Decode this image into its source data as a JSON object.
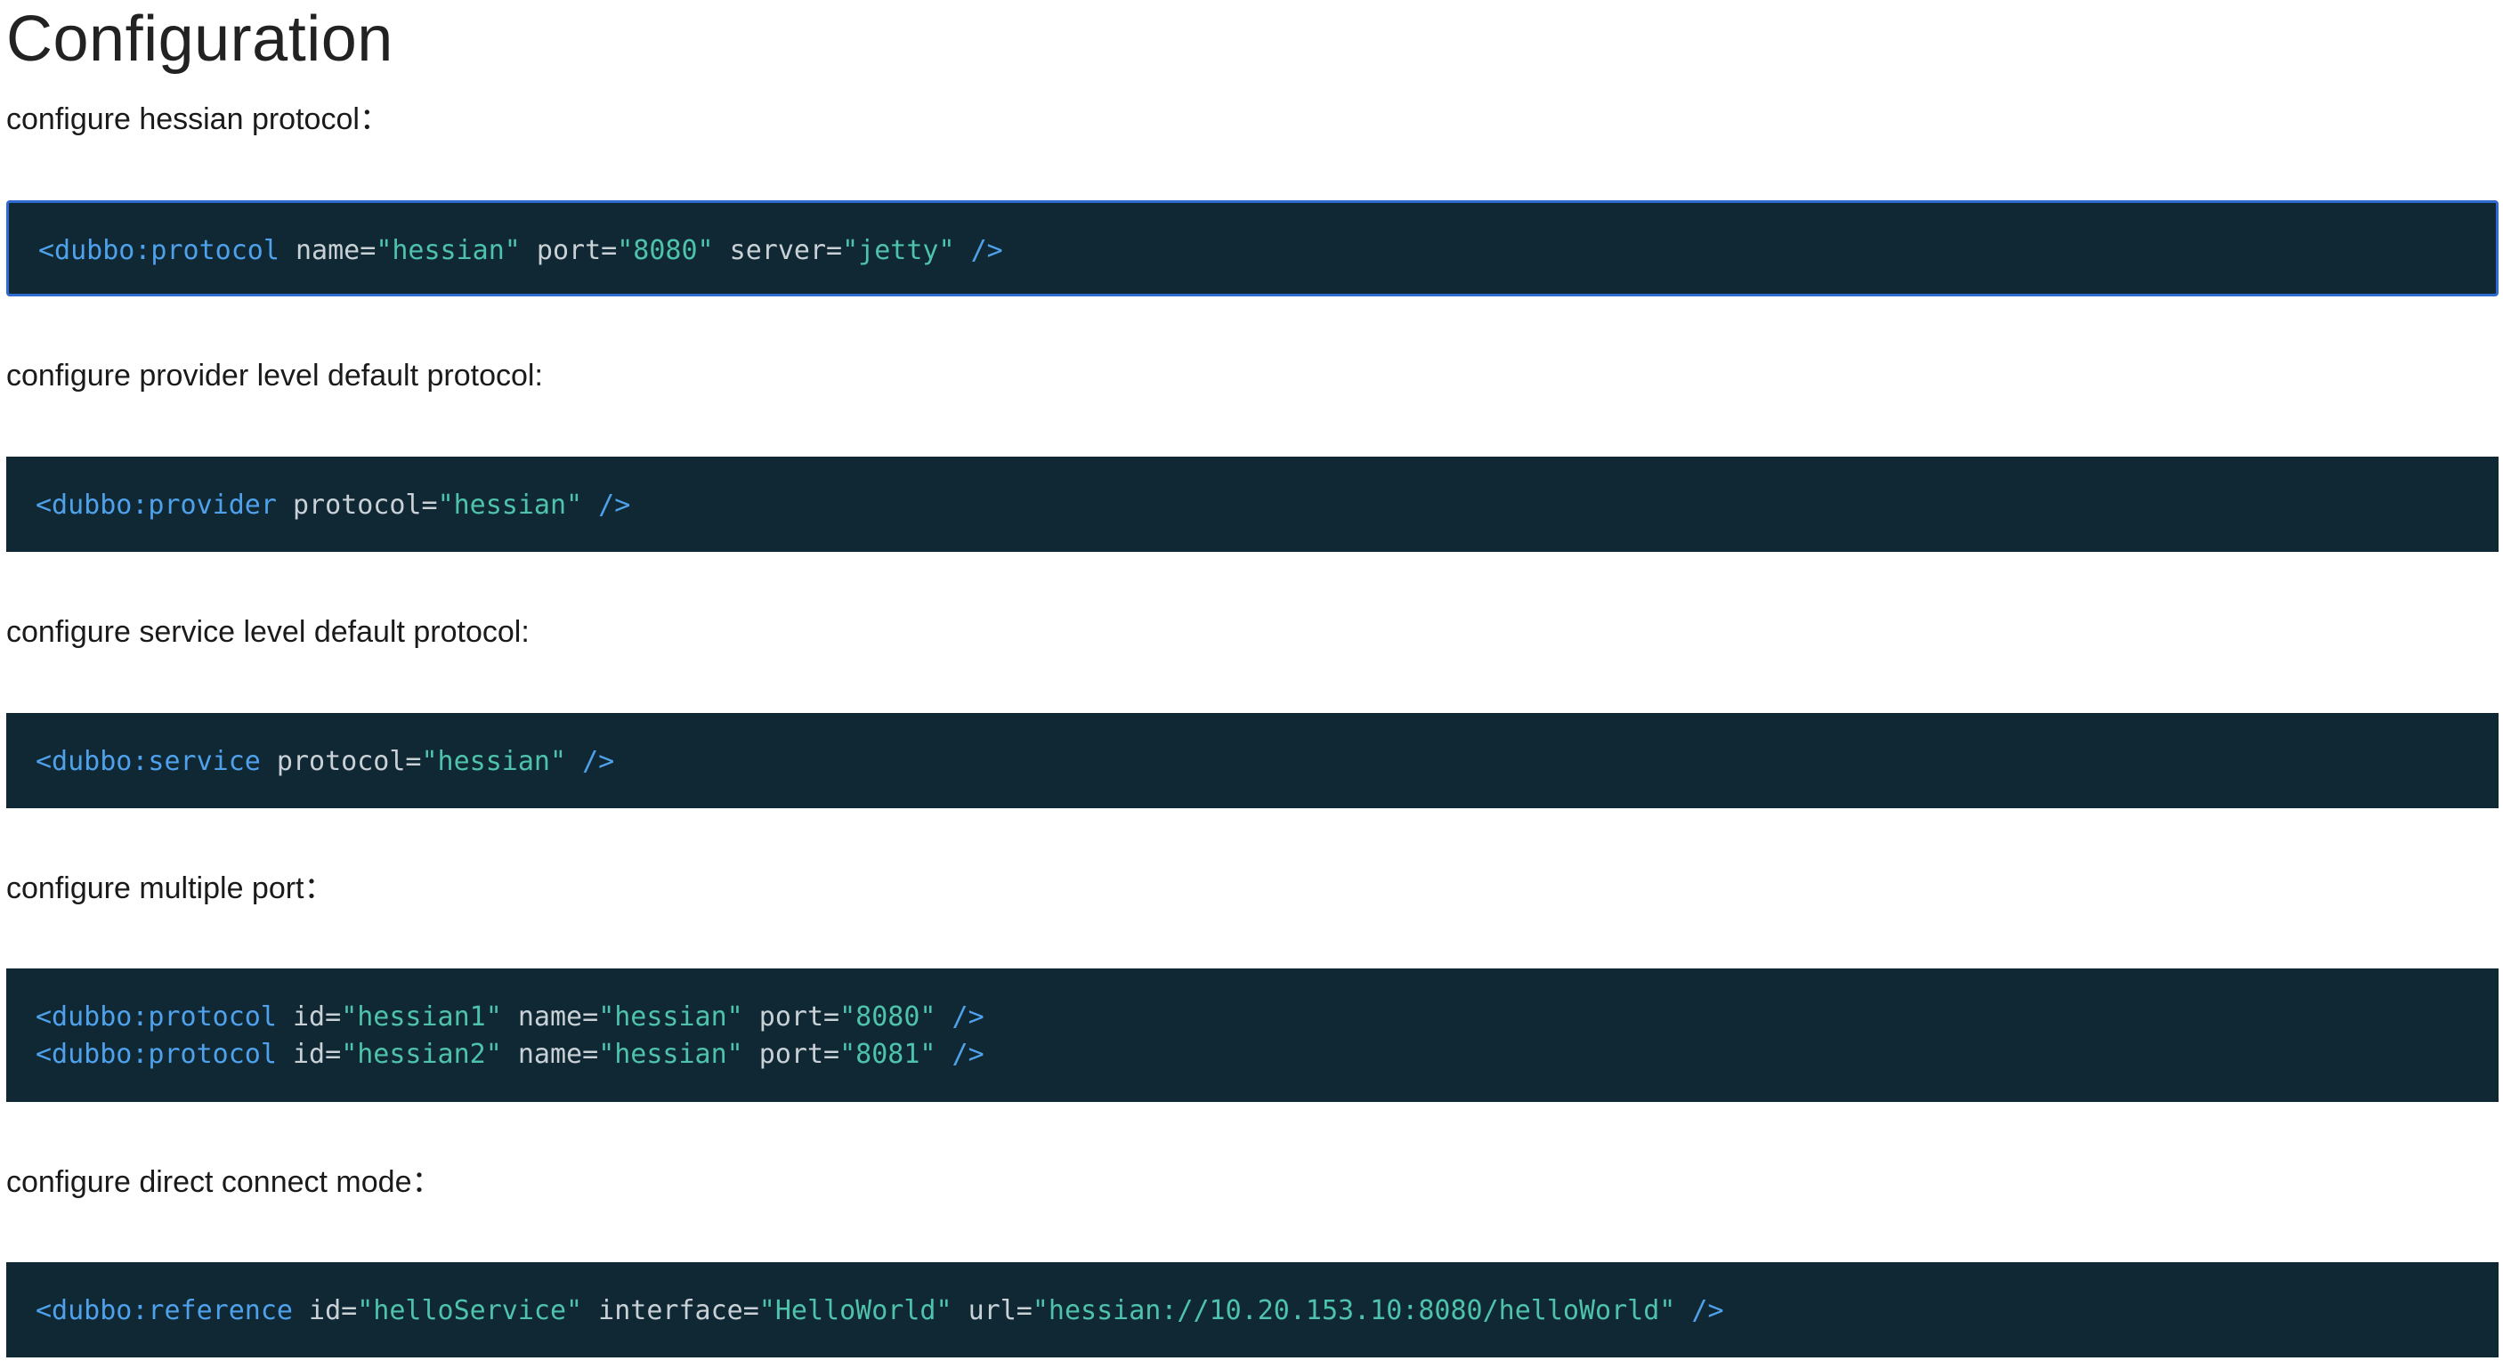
{
  "page": {
    "title": "Configuration"
  },
  "sections": [
    {
      "label": "configure hessian protocol：",
      "code_lines": [
        [
          {
            "t": "tag",
            "v": "<dubbo:protocol"
          },
          {
            "t": "attr",
            "v": " name="
          },
          {
            "t": "str",
            "v": "\"hessian\""
          },
          {
            "t": "attr",
            "v": " port="
          },
          {
            "t": "str",
            "v": "\"8080\""
          },
          {
            "t": "attr",
            "v": " server="
          },
          {
            "t": "str",
            "v": "\"jetty\""
          },
          {
            "t": "punct",
            "v": " />"
          }
        ]
      ]
    },
    {
      "label": "configure provider level default protocol:",
      "code_lines": [
        [
          {
            "t": "tag",
            "v": "<dubbo:provider"
          },
          {
            "t": "attr",
            "v": " protocol="
          },
          {
            "t": "str",
            "v": "\"hessian\""
          },
          {
            "t": "punct",
            "v": " />"
          }
        ]
      ]
    },
    {
      "label": "configure service level default protocol:",
      "code_lines": [
        [
          {
            "t": "tag",
            "v": "<dubbo:service"
          },
          {
            "t": "attr",
            "v": " protocol="
          },
          {
            "t": "str",
            "v": "\"hessian\""
          },
          {
            "t": "punct",
            "v": " />"
          }
        ]
      ]
    },
    {
      "label": "configure multiple port：",
      "code_lines": [
        [
          {
            "t": "tag",
            "v": "<dubbo:protocol"
          },
          {
            "t": "attr",
            "v": " id="
          },
          {
            "t": "str",
            "v": "\"hessian1\""
          },
          {
            "t": "attr",
            "v": " name="
          },
          {
            "t": "str",
            "v": "\"hessian\""
          },
          {
            "t": "attr",
            "v": " port="
          },
          {
            "t": "str",
            "v": "\"8080\""
          },
          {
            "t": "punct",
            "v": " />"
          }
        ],
        [
          {
            "t": "tag",
            "v": "<dubbo:protocol"
          },
          {
            "t": "attr",
            "v": " id="
          },
          {
            "t": "str",
            "v": "\"hessian2\""
          },
          {
            "t": "attr",
            "v": " name="
          },
          {
            "t": "str",
            "v": "\"hessian\""
          },
          {
            "t": "attr",
            "v": " port="
          },
          {
            "t": "str",
            "v": "\"8081\""
          },
          {
            "t": "punct",
            "v": " />"
          }
        ]
      ]
    },
    {
      "label": "configure direct connect mode：",
      "code_lines": [
        [
          {
            "t": "tag",
            "v": "<dubbo:reference"
          },
          {
            "t": "attr",
            "v": " id="
          },
          {
            "t": "str",
            "v": "\"helloService\""
          },
          {
            "t": "attr",
            "v": " interface="
          },
          {
            "t": "str",
            "v": "\"HelloWorld\""
          },
          {
            "t": "attr",
            "v": " url="
          },
          {
            "t": "str",
            "v": "\"hessian://10.20.153.10:8080/helloWorld\""
          },
          {
            "t": "punct",
            "v": " />"
          }
        ]
      ]
    }
  ],
  "colors": {
    "code_background": "#0f2834",
    "tag": "#4ea1ea",
    "attribute": "#c9d1d6",
    "string": "#4ec2ab",
    "focus_border": "#2f6bd0"
  }
}
